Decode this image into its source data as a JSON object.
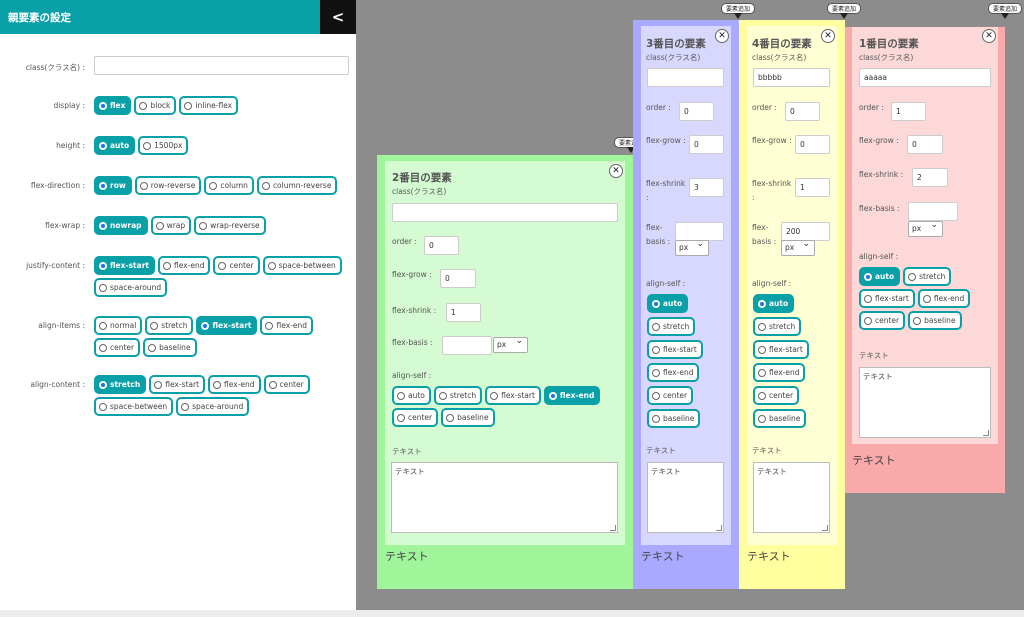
{
  "sidebar": {
    "title": "親要素の設定",
    "close": "<",
    "class_label": "class(クラス名) :",
    "rows": [
      {
        "label": "display :",
        "options": [
          "flex",
          "block",
          "inline-flex"
        ],
        "selected": 0
      },
      {
        "label": "height :",
        "options": [
          "auto",
          "1500px"
        ],
        "selected": 0
      },
      {
        "label": "flex-direction :",
        "options": [
          "row",
          "row-reverse",
          "column",
          "column-reverse"
        ],
        "selected": 0
      },
      {
        "label": "flex-wrap :",
        "options": [
          "nowrap",
          "wrap",
          "wrap-reverse"
        ],
        "selected": 0
      },
      {
        "label": "justify-content :",
        "options": [
          "flex-start",
          "flex-end",
          "center",
          "space-between",
          "space-around"
        ],
        "selected": 0
      },
      {
        "label": "align-items :",
        "options": [
          "normal",
          "stretch",
          "flex-start",
          "flex-end",
          "center",
          "baseline"
        ],
        "selected": 2
      },
      {
        "label": "align-content :",
        "options": [
          "stretch",
          "flex-start",
          "flex-end",
          "center",
          "space-between",
          "space-around"
        ],
        "selected": 0
      }
    ]
  },
  "common": {
    "class_label": "class(クラス名)",
    "order_label": "order :",
    "grow_label": "flex-grow :",
    "shrink_label": "flex-shrink :",
    "basis_label": "flex-basis :",
    "align_self_label": "align-self :",
    "text_label": "テキスト",
    "add_label": "要素追加",
    "close": "✕",
    "unit": "px"
  },
  "colors": {
    "accent": "#0aa0a8",
    "box1": "#f9a9a9",
    "box2": "#a0f59a",
    "box3": "#a9a9ff",
    "box4": "#ffffa0"
  },
  "items": [
    {
      "title": "2番目の要素",
      "class_value": "",
      "order": "0",
      "grow": "0",
      "shrink": "1",
      "basis": "",
      "align_self": [
        "auto",
        "stretch",
        "flex-start",
        "flex-end",
        "center",
        "baseline"
      ],
      "selected": 3,
      "textarea": "テキスト",
      "text": "テキスト"
    },
    {
      "title": "3番目の要素",
      "class_value": "",
      "order": "0",
      "grow": "0",
      "shrink": "3",
      "basis": "",
      "align_self": [
        "auto",
        "stretch",
        "flex-start",
        "flex-end",
        "center",
        "baseline"
      ],
      "selected": 0,
      "textarea": "テキスト",
      "text": "テキスト"
    },
    {
      "title": "4番目の要素",
      "class_value": "bbbbb",
      "order": "0",
      "grow": "0",
      "shrink": "1",
      "basis": "200",
      "align_self": [
        "auto",
        "stretch",
        "flex-start",
        "flex-end",
        "center",
        "baseline"
      ],
      "selected": 0,
      "textarea": "テキスト",
      "text": "テキスト"
    },
    {
      "title": "1番目の要素",
      "class_value": "aaaaa",
      "order": "1",
      "grow": "0",
      "shrink": "2",
      "basis": "",
      "align_self": [
        "auto",
        "stretch",
        "flex-start",
        "flex-end",
        "center",
        "baseline"
      ],
      "selected": 0,
      "textarea": "テキスト",
      "text": "テキスト"
    }
  ]
}
